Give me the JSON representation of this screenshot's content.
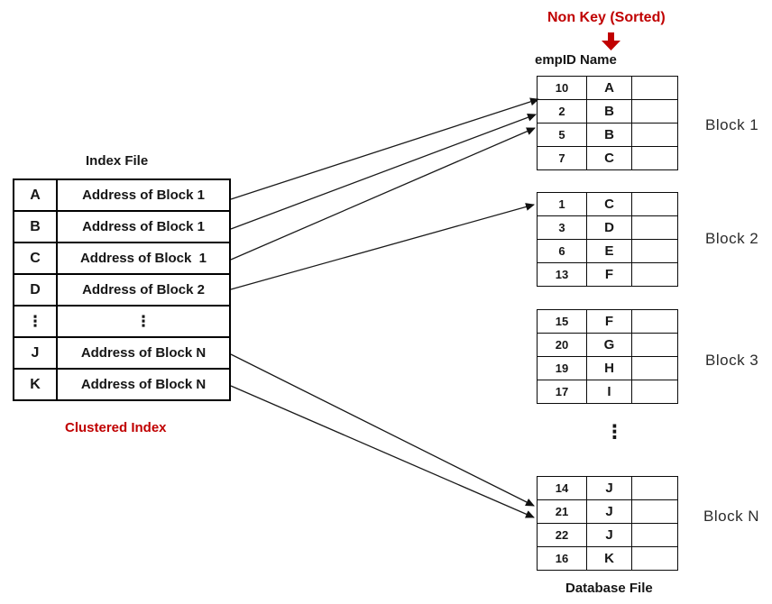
{
  "diagram": {
    "non_key_label": "Non Key (Sorted)",
    "emp_header": "empID Name",
    "index_file_title": "Index File",
    "clustered_index_label": "Clustered Index",
    "database_file_label": "Database File",
    "ellipsis": "⋮",
    "accent_red": "#c00000"
  },
  "index_table": {
    "rows": [
      {
        "key": "A",
        "address": "Address of Block 1"
      },
      {
        "key": "B",
        "address": "Address of Block 1"
      },
      {
        "key": "C",
        "address": "Address of Block  1"
      },
      {
        "key": "D",
        "address": "Address of Block 2"
      },
      {
        "key": "⋮",
        "address": "⋮"
      },
      {
        "key": "J",
        "address": "Address of Block N"
      },
      {
        "key": "K",
        "address": "Address of Block N"
      }
    ]
  },
  "blocks": [
    {
      "label": "Block 1",
      "rows": [
        [
          "10",
          "A"
        ],
        [
          "2",
          "B"
        ],
        [
          "5",
          "B"
        ],
        [
          "7",
          "C"
        ]
      ]
    },
    {
      "label": "Block 2",
      "rows": [
        [
          "1",
          "C"
        ],
        [
          "3",
          "D"
        ],
        [
          "6",
          "E"
        ],
        [
          "13",
          "F"
        ]
      ]
    },
    {
      "label": "Block 3",
      "rows": [
        [
          "15",
          "F"
        ],
        [
          "20",
          "G"
        ],
        [
          "19",
          "H"
        ],
        [
          "17",
          "I"
        ]
      ]
    },
    {
      "label": "Block N",
      "rows": [
        [
          "14",
          "J"
        ],
        [
          "21",
          "J"
        ],
        [
          "22",
          "J"
        ],
        [
          "16",
          "K"
        ]
      ]
    }
  ]
}
